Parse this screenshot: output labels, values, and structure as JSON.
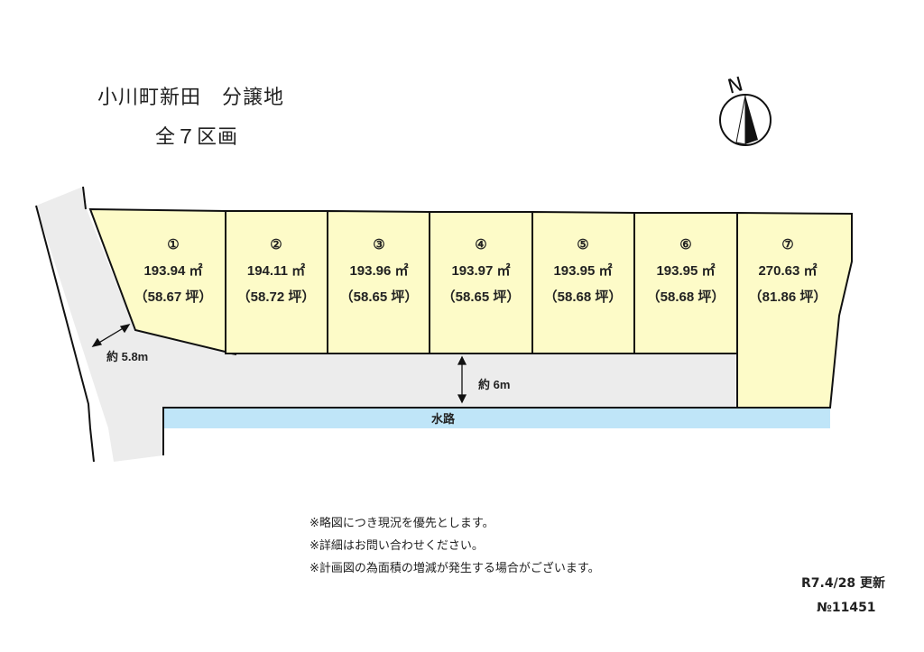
{
  "header": {
    "title": "小川町新田　分譲地",
    "subtitle": "全７区画"
  },
  "compass": {
    "label": "N",
    "icon": "north-arrow-icon"
  },
  "lots": [
    {
      "num": "①",
      "area_m2": "193.94 ㎡",
      "area_tsubo": "（58.67 坪）"
    },
    {
      "num": "②",
      "area_m2": "194.11 ㎡",
      "area_tsubo": "（58.72 坪）"
    },
    {
      "num": "③",
      "area_m2": "193.96 ㎡",
      "area_tsubo": "（58.65 坪）"
    },
    {
      "num": "④",
      "area_m2": "193.97 ㎡",
      "area_tsubo": "（58.65 坪）"
    },
    {
      "num": "⑤",
      "area_m2": "193.95 ㎡",
      "area_tsubo": "（58.68 坪）"
    },
    {
      "num": "⑥",
      "area_m2": "193.95 ㎡",
      "area_tsubo": "（58.68 坪）"
    },
    {
      "num": "⑦",
      "area_m2": "270.63 ㎡",
      "area_tsubo": "（81.86 坪）"
    }
  ],
  "map": {
    "road_west_width": "約 5.8m",
    "road_south_width": "約 6m",
    "waterway": "水路",
    "colors": {
      "lot": "#fdfbc8",
      "road": "#ececec",
      "water": "#bfe5f8"
    }
  },
  "notes": [
    "※略図につき現況を優先とします。",
    "※詳細はお問い合わせください。",
    "※計画図の為面積の増減が発生する場合がございます。"
  ],
  "footer": {
    "updated": "R7.4/28 更新",
    "number": "№11451"
  }
}
